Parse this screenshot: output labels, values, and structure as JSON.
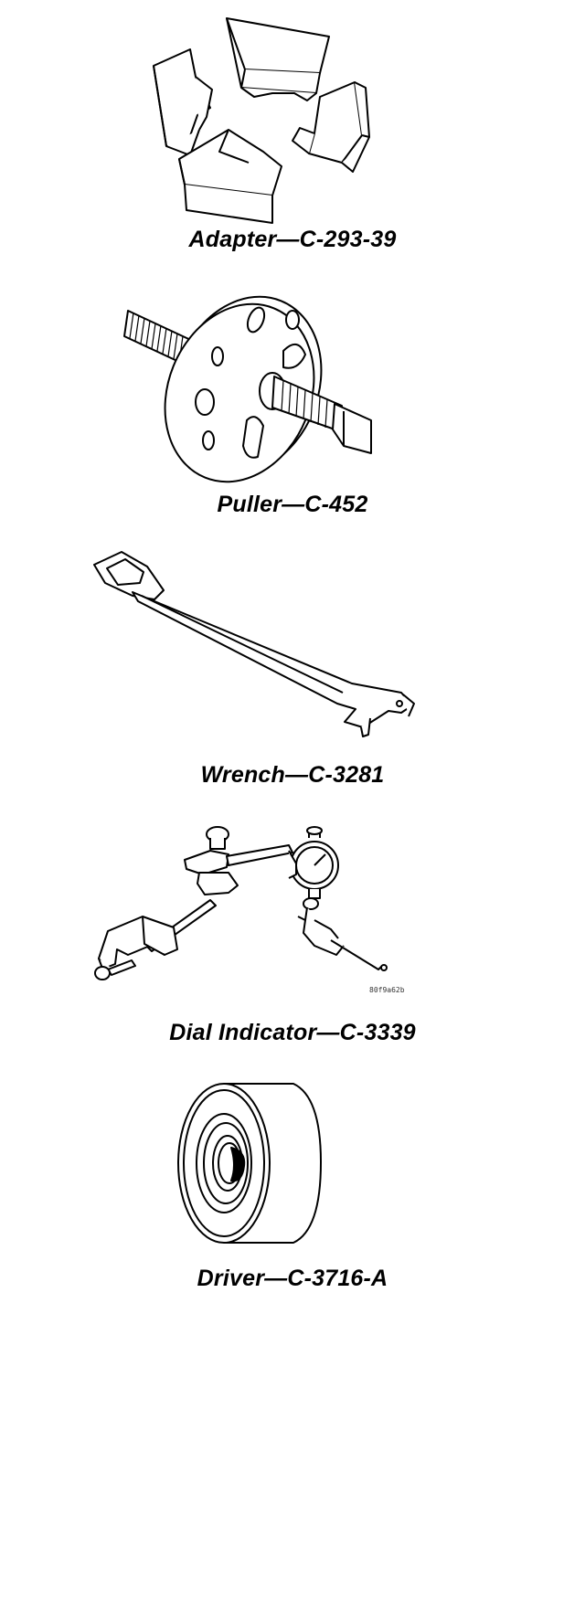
{
  "tools": [
    {
      "caption": "Adapter—C-293-39",
      "icon": "adapter-segments-icon"
    },
    {
      "caption": "Puller—C-452",
      "icon": "puller-icon"
    },
    {
      "caption": "Wrench—C-3281",
      "icon": "wrench-icon"
    },
    {
      "caption": "Dial Indicator—C-3339",
      "icon": "dial-indicator-icon"
    },
    {
      "caption": "Driver—C-3716-A",
      "icon": "driver-icon"
    }
  ],
  "figure_code": "80f9a62b"
}
